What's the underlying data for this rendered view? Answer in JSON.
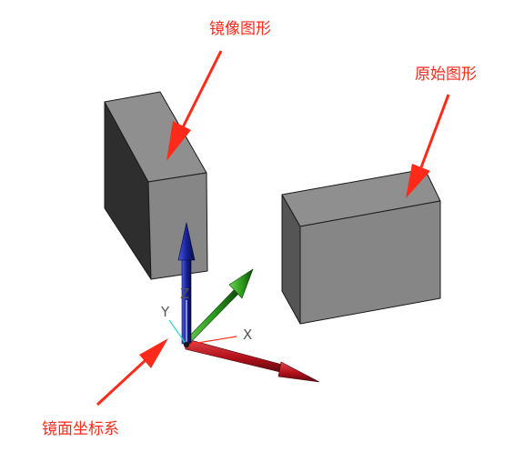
{
  "callouts": {
    "mirror_shape": "镜像图形",
    "original_shape": "原始图形",
    "mirror_plane_ucs": "镜面坐标系"
  },
  "axes": {
    "x": "X",
    "y": "Y",
    "z": "Z"
  },
  "colors": {
    "annotation": "#ff2a1a",
    "face_front": "#858585",
    "face_top": "#8f8f8f",
    "face_side_dark": "#2e2e2e",
    "face_side_mid": "#555555",
    "axis_x": "#c2101a",
    "axis_y": "#2a9a1c",
    "axis_z": "#16219a",
    "axis_y_small": "#2ed3c8"
  }
}
